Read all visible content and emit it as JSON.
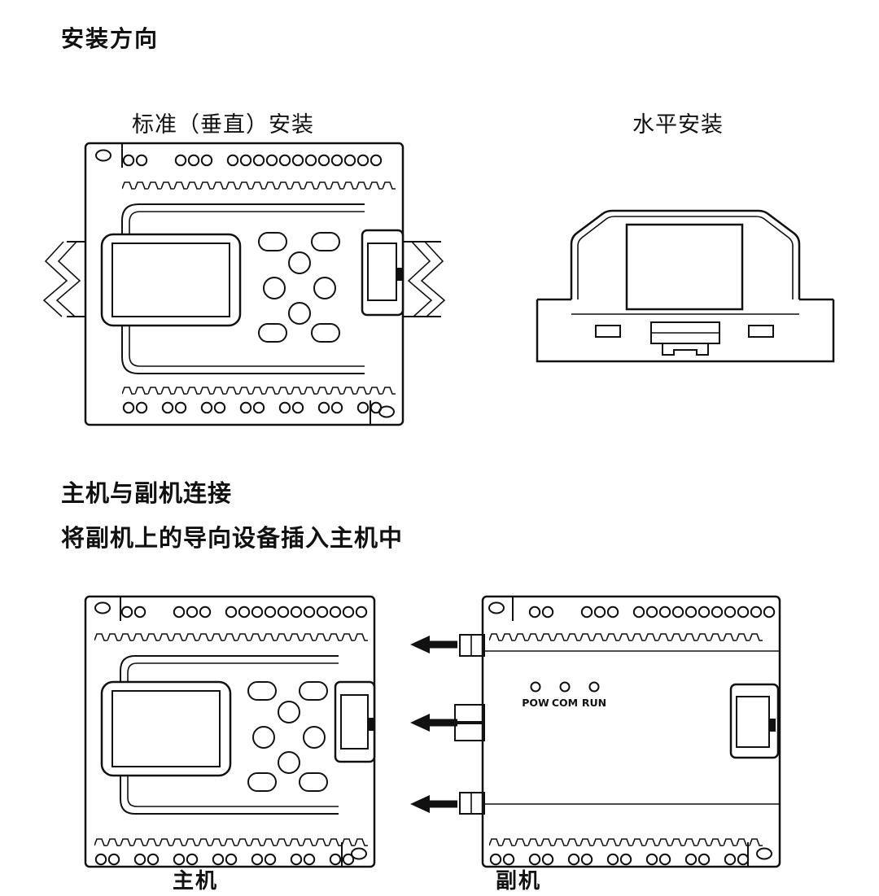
{
  "title": "安装方向",
  "vertical_section": {
    "label": "标准（垂直）安装"
  },
  "horizontal_section": {
    "label": "水平安装"
  },
  "connection": {
    "heading": "主机与副机连接",
    "instruction": "将副机上的导向设备插入主机中"
  },
  "units": {
    "main": "主机",
    "secondary": "副机"
  },
  "leds": [
    {
      "label": "POW"
    },
    {
      "label": "COM"
    },
    {
      "label": "RUN"
    }
  ],
  "colors": {
    "ink": "#111111",
    "background": "#ffffff"
  }
}
